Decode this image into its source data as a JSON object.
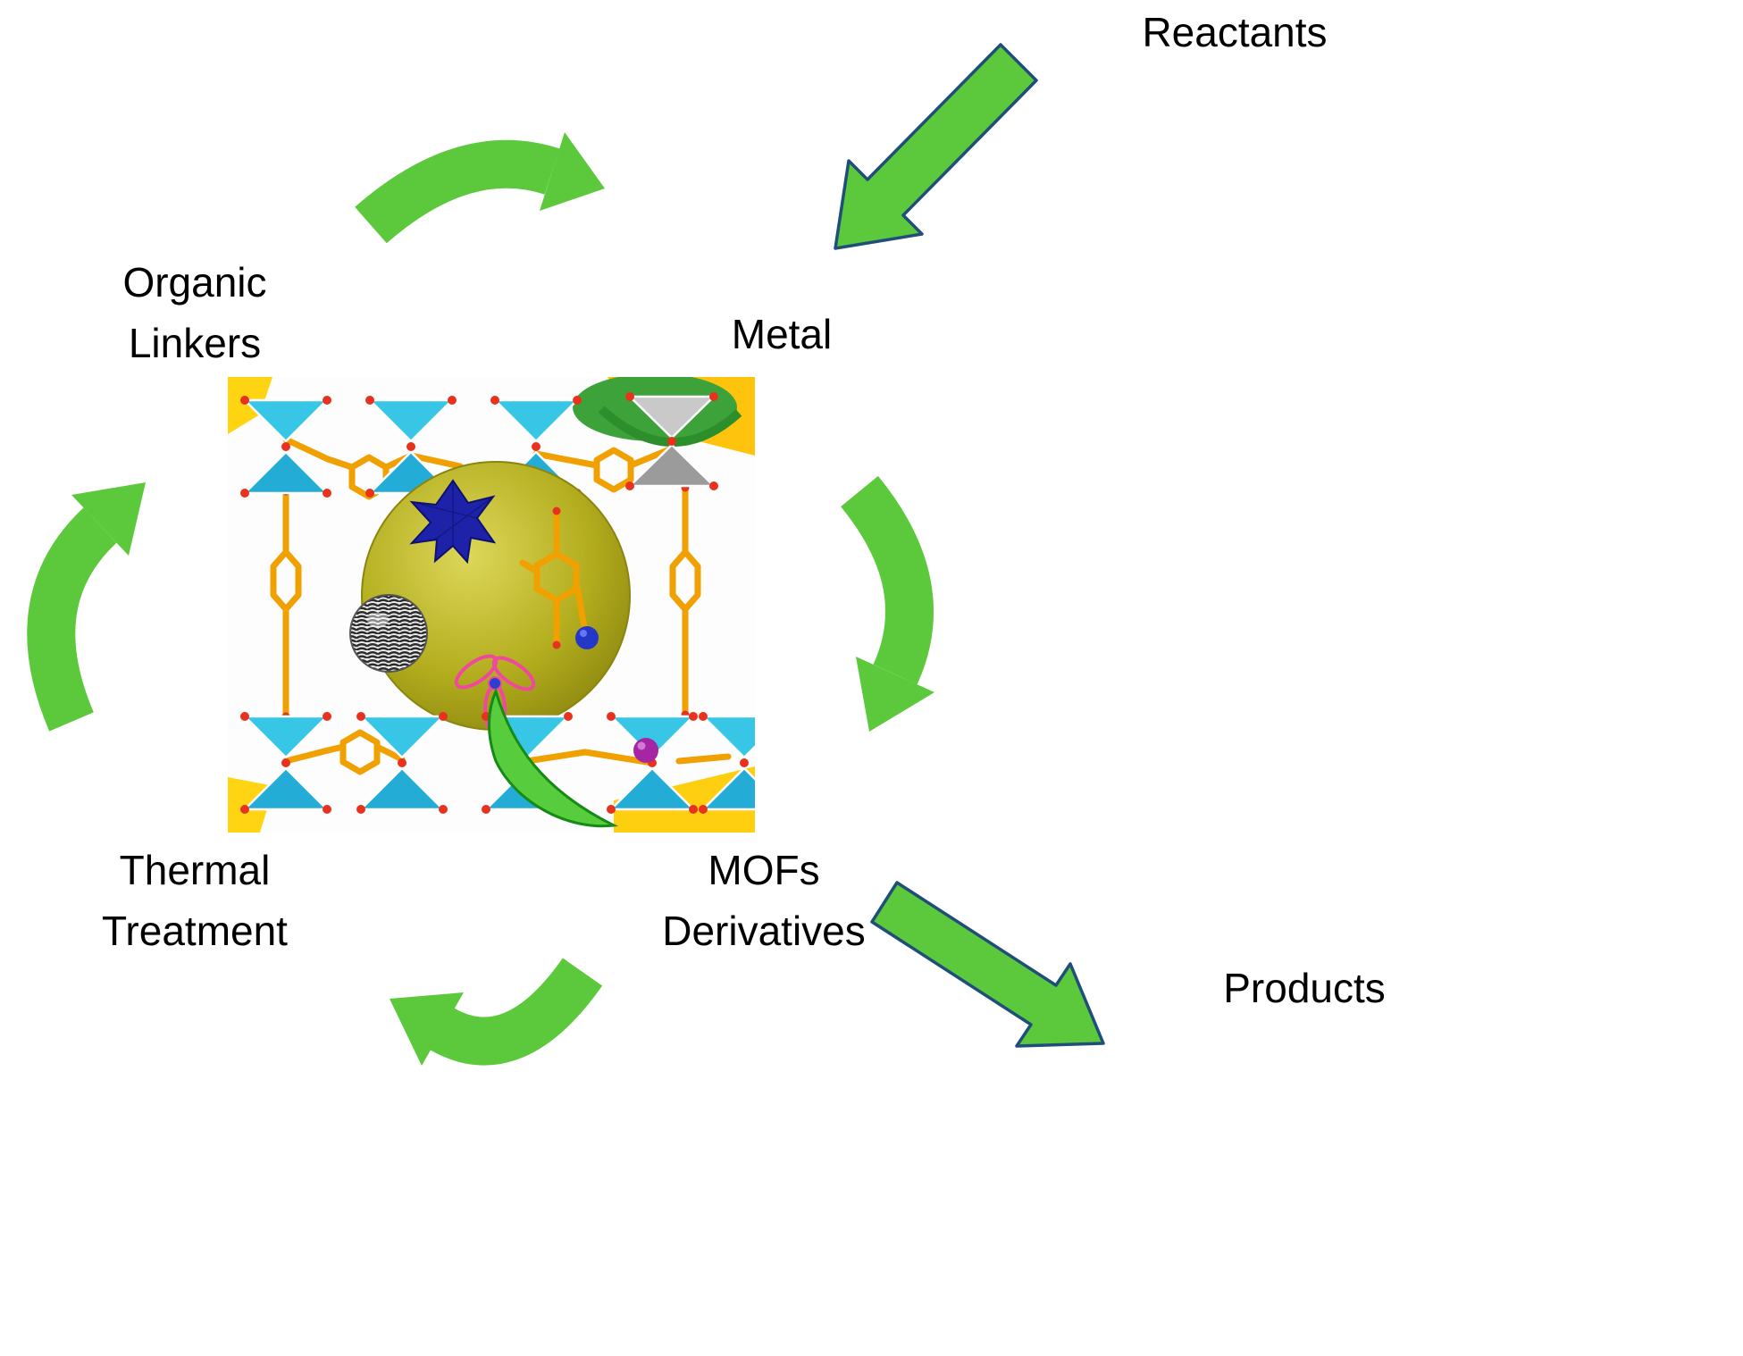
{
  "labels": {
    "reactants": "Reactants",
    "organic_linkers": {
      "line1": "Organic",
      "line2": "Linkers"
    },
    "metal": "Metal",
    "thermal_treatment": {
      "line1": "Thermal",
      "line2": "Treatment"
    },
    "mofs_derivatives": {
      "line1": "MOFs",
      "line2": "Derivatives"
    },
    "products": "Products"
  },
  "colors": {
    "arrow_green": "#5CC93C",
    "arrow_outline_navy": "#1F4E79",
    "text": "#000000",
    "mof_cyan_node": "#38C6E6",
    "mof_orange_linker": "#F0A000",
    "mof_sphere_olive": "#B3AD1E",
    "mof_red_oxygen": "#E8321E",
    "mof_blue_cluster": "#1E22A8",
    "mof_pink_molecule": "#F0489F",
    "mof_purple_atom": "#A525A5",
    "mof_gray_node": "#9B9B9B",
    "mof_yellow_background": "#FFD513",
    "mof_green_leaf": "#57CD3E"
  },
  "icons": {
    "center_image": "mof-crystal-structure",
    "arrows": [
      {
        "name": "organic-linkers-to-metal-arrow",
        "shape": "curved-green-arrow-right"
      },
      {
        "name": "reactants-to-metal-arrow",
        "shape": "straight-green-arrow-down-left"
      },
      {
        "name": "metal-to-mofs-derivatives-arrow",
        "shape": "curved-green-arrow-down"
      },
      {
        "name": "mofs-derivatives-to-products-arrow",
        "shape": "straight-green-arrow-down-right"
      },
      {
        "name": "mofs-derivatives-to-thermal-treatment-arrow",
        "shape": "curved-green-arrow-left"
      },
      {
        "name": "thermal-treatment-to-organic-linkers-arrow",
        "shape": "curved-green-arrow-up"
      }
    ]
  }
}
